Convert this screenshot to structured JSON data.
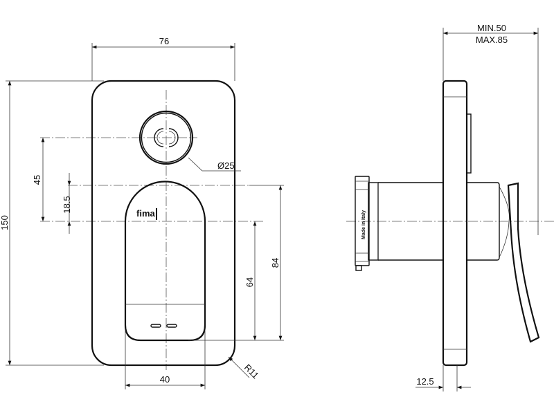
{
  "drawing": {
    "front_view": {
      "width_dim": "76",
      "height_dim": "150",
      "knob_offset_dim": "45",
      "handle_offset_dim": "18.5",
      "knob_diameter_dim": "Ø25",
      "handle_height_dim": "84",
      "lower_dim": "64",
      "handle_width_dim": "40",
      "corner_radius_dim": "R11",
      "logo_text": "fima"
    },
    "side_view": {
      "depth_min": "MIN.50",
      "depth_max": "MAX.85",
      "plate_dim": "12.5",
      "nut_text": "Made in Italy"
    }
  }
}
